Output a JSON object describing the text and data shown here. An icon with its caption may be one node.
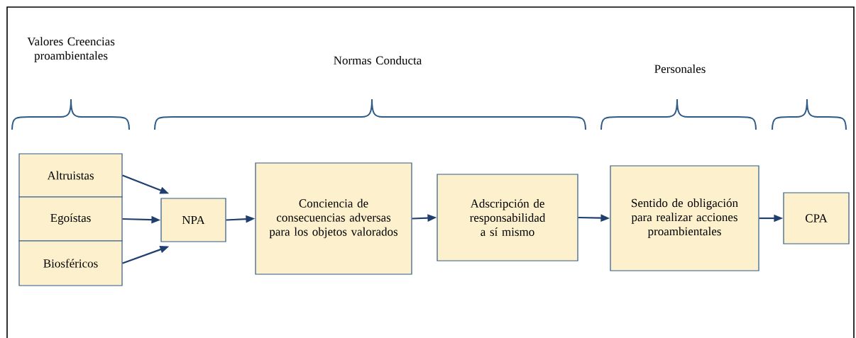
{
  "diagram": {
    "nodes": [
      {
        "text": [
          "Altruistas"
        ]
      },
      {
        "text": [
          "Egoístas"
        ]
      },
      {
        "text": [
          "Biosféricos"
        ]
      },
      {
        "text": [
          "NPA"
        ]
      },
      {
        "text": [
          "Conciencia de consecuencias adversas para los objetos valorados"
        ]
      },
      {
        "text": [
          "Adscripción de responsabilidad a sí mismo"
        ]
      },
      {
        "text": [
          "Sentido de obligación para realizar acciones proambientales"
        ]
      },
      {
        "text": [
          "CPA"
        ]
      }
    ],
    "edges": [
      {
        "from": 0,
        "to": 3,
        "arrow": "to"
      },
      {
        "from": 1,
        "to": 3,
        "arrow": "to"
      },
      {
        "from": 2,
        "to": 3,
        "arrow": "to"
      },
      {
        "from": 3,
        "to": 4,
        "arrow": "to"
      },
      {
        "from": 4,
        "to": 5,
        "arrow": "to"
      },
      {
        "from": 5,
        "to": 6,
        "arrow": "to"
      },
      {
        "from": 6,
        "to": 7,
        "arrow": "to"
      }
    ],
    "labels": [
      "Valores Creencias proambientales",
      "Normas Conducta",
      "Personales"
    ]
  }
}
